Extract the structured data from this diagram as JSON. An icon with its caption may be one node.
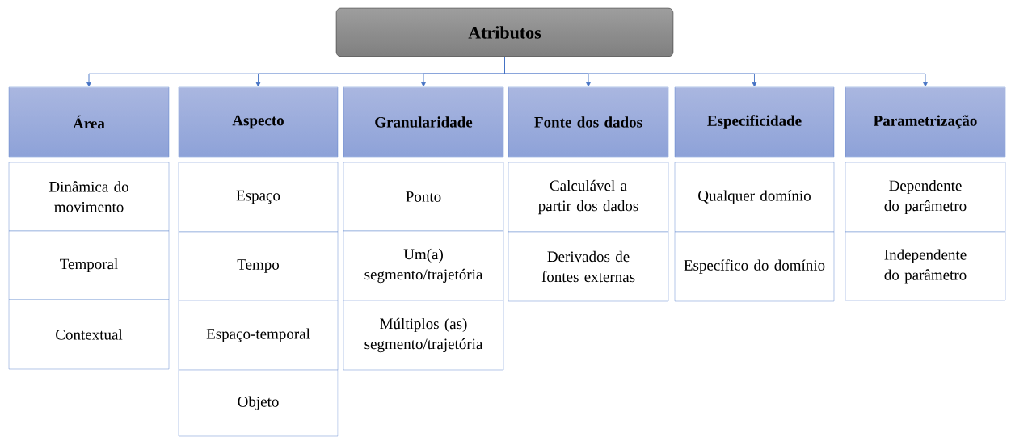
{
  "diagram": {
    "nodes": [
      {
        "text": [
          "Atributos"
        ]
      },
      {
        "text": [
          "Área"
        ]
      },
      {
        "text": [
          "Dinâmica do movimento"
        ]
      },
      {
        "text": [
          "Temporal"
        ]
      },
      {
        "text": [
          "Contextual"
        ]
      },
      {
        "text": [
          "Aspecto"
        ]
      },
      {
        "text": [
          "Espaço"
        ]
      },
      {
        "text": [
          "Tempo"
        ]
      },
      {
        "text": [
          "Espaço-temporal"
        ]
      },
      {
        "text": [
          "Objeto"
        ]
      },
      {
        "text": [
          "Granularidade"
        ]
      },
      {
        "text": [
          "Ponto"
        ]
      },
      {
        "text": [
          "Um(a) segmento/trajetória"
        ]
      },
      {
        "text": [
          "Múltiplos (as) segmento/trajetória"
        ]
      },
      {
        "text": [
          "Fonte dos dados"
        ]
      },
      {
        "text": [
          "Calculável a partir dos dados"
        ]
      },
      {
        "text": [
          "Derivados de fontes externas"
        ]
      },
      {
        "text": [
          "Especificidade"
        ]
      },
      {
        "text": [
          "Qualquer domínio"
        ]
      },
      {
        "text": [
          "Específico do domínio"
        ]
      },
      {
        "text": [
          "Parametrização"
        ]
      },
      {
        "text": [
          "Dependente do parâmetro"
        ]
      },
      {
        "text": [
          "Independente do parâmetro"
        ]
      }
    ],
    "edges": [
      {
        "from": 0,
        "to": 1,
        "arrow": "to"
      },
      {
        "from": 0,
        "to": 5,
        "arrow": "to"
      },
      {
        "from": 0,
        "to": 10,
        "arrow": "to"
      },
      {
        "from": 0,
        "to": 14,
        "arrow": "to"
      },
      {
        "from": 0,
        "to": 17,
        "arrow": "to"
      },
      {
        "from": 0,
        "to": 20,
        "arrow": "to"
      }
    ]
  }
}
